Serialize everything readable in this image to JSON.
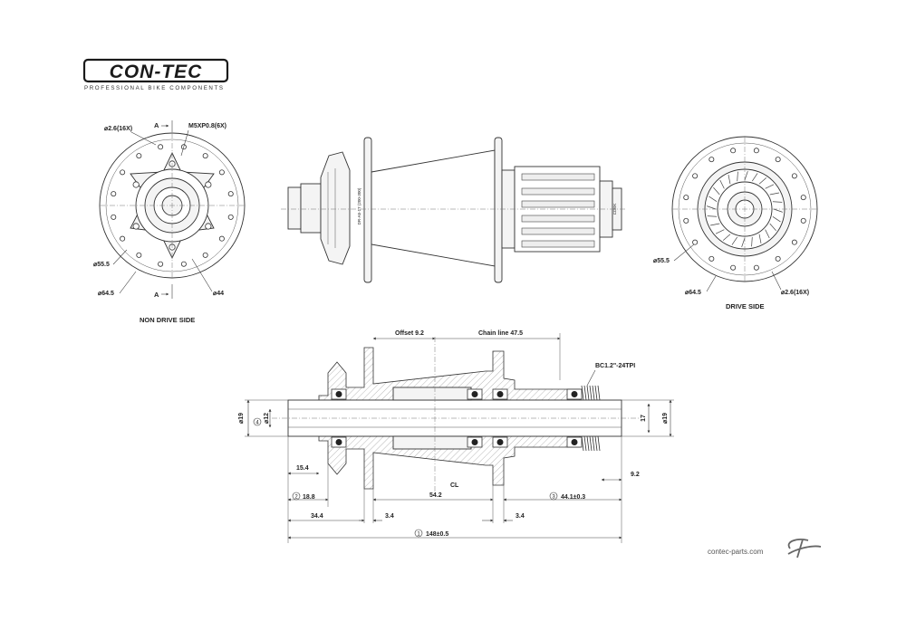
{
  "brand": {
    "logo_text": "CON-TEC",
    "tagline": "PROFESSIONAL BIKE COMPONENTS",
    "website": "contec-parts.com",
    "mark": "CT"
  },
  "views": {
    "non_drive_side": {
      "caption": "NON DRIVE SIDE",
      "section_mark": "A",
      "hole_label": "⌀2.6(16X)",
      "thread_label": "M5XP0.8(6X)",
      "d1": "⌀55.5",
      "d2": "⌀64.5",
      "d3": "⌀44"
    },
    "side": {
      "hub_text": "DR-A5-17 (200-300)",
      "cassette_text": "CDEK"
    },
    "drive_side": {
      "caption": "DRIVE SIDE",
      "d1": "⌀55.5",
      "d2": "⌀64.5",
      "hole_label": "⌀2.6(16X)"
    }
  },
  "section": {
    "offset": "Offset 9.2",
    "chain_line": "Chain line 47.5",
    "thread": "BC1.2\"-24TPI",
    "d19_left": "⌀19",
    "d12": "⌀12",
    "d17": "17",
    "d19_right": "⌀19",
    "m15_4": "15.4",
    "m9_2": "9.2",
    "m18_8": "18.8",
    "m54_2": "54.2",
    "cl": "CL",
    "m44_1": "44.1±0.3",
    "m34_4": "34.4",
    "m3_4a": "3.4",
    "m3_4b": "3.4",
    "m148": "148±0.5",
    "badge1": "1",
    "badge2": "2",
    "badge3": "3",
    "badge4": "4"
  }
}
